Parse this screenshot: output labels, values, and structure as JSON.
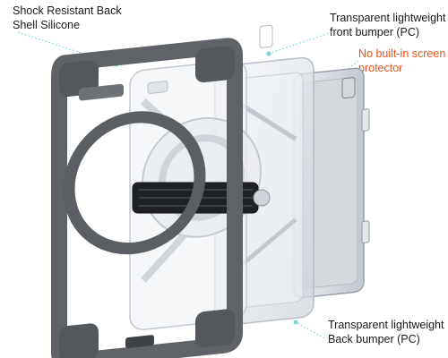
{
  "labels": {
    "shell": {
      "line1": "Shock Resistant Back",
      "line2": "Shell Silicone"
    },
    "front": {
      "line1": "Transparent lightweight",
      "line2": "front bumper  (PC)"
    },
    "no_protector": {
      "line1": "No built-in screen",
      "line2": "protector"
    },
    "back": {
      "line1": "Transparent lightweight",
      "line2": "Back bumper  (PC)"
    }
  },
  "colors": {
    "silicone": "#5f6266",
    "pc_clear": "#dfe3e8",
    "accent": "#e8541e",
    "callout": "#7fd0e0"
  }
}
